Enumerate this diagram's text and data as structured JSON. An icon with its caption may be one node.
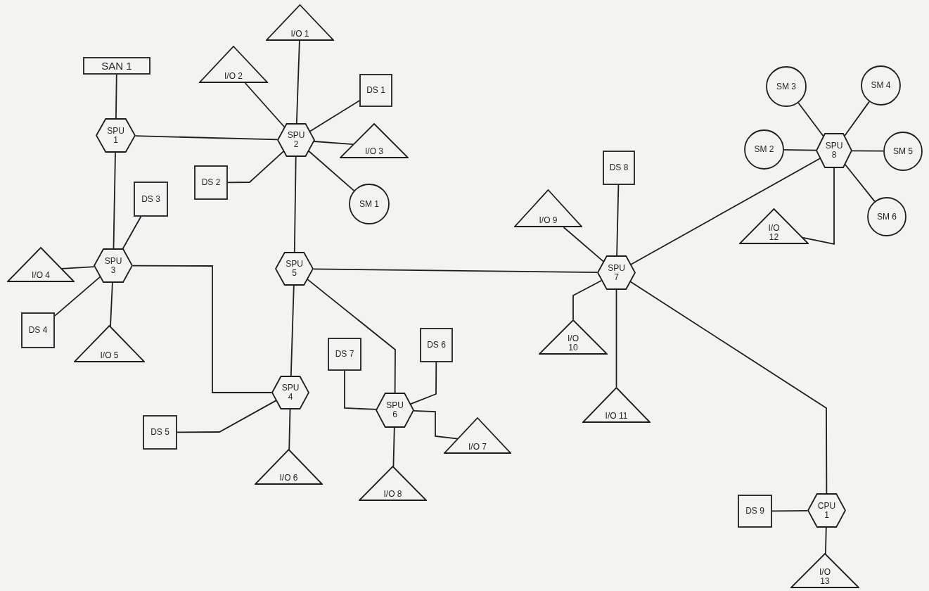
{
  "diagram": {
    "nodes": [
      {
        "text": [
          "SAN 1"
        ]
      },
      {
        "text": [
          "SPU 1"
        ]
      },
      {
        "text": [
          "SPU 2"
        ]
      },
      {
        "text": [
          "I/O 1"
        ]
      },
      {
        "text": [
          "I/O 2"
        ]
      },
      {
        "text": [
          "DS 1"
        ]
      },
      {
        "text": [
          "I/O 3"
        ]
      },
      {
        "text": [
          "DS 2"
        ]
      },
      {
        "text": [
          "SM 1"
        ]
      },
      {
        "text": [
          "SPU 3"
        ]
      },
      {
        "text": [
          "DS 3"
        ]
      },
      {
        "text": [
          "I/O 4"
        ]
      },
      {
        "text": [
          "DS 4"
        ]
      },
      {
        "text": [
          "I/O 5"
        ]
      },
      {
        "text": [
          "SPU 5"
        ]
      },
      {
        "text": [
          "SPU 4"
        ]
      },
      {
        "text": [
          "DS 5"
        ]
      },
      {
        "text": [
          "I/O 6"
        ]
      },
      {
        "text": [
          "SPU 6"
        ]
      },
      {
        "text": [
          "DS 7"
        ]
      },
      {
        "text": [
          "DS 6"
        ]
      },
      {
        "text": [
          "I/O 7"
        ]
      },
      {
        "text": [
          "I/O 8"
        ]
      },
      {
        "text": [
          "SPU 7"
        ]
      },
      {
        "text": [
          "DS 8"
        ]
      },
      {
        "text": [
          "I/O 9"
        ]
      },
      {
        "text": [
          "I/O 10"
        ]
      },
      {
        "text": [
          "I/O 11"
        ]
      },
      {
        "text": [
          "SPU 8"
        ]
      },
      {
        "text": [
          "SM 3"
        ]
      },
      {
        "text": [
          "SM 4"
        ]
      },
      {
        "text": [
          "SM 2"
        ]
      },
      {
        "text": [
          "SM 5"
        ]
      },
      {
        "text": [
          "SM 6"
        ]
      },
      {
        "text": [
          "I/O 12"
        ]
      },
      {
        "text": [
          "CPU 1"
        ]
      },
      {
        "text": [
          "DS 9"
        ]
      },
      {
        "text": [
          "I/O 13"
        ]
      }
    ],
    "edges": [
      {
        "from": 0,
        "to": 1,
        "arrow": "none"
      },
      {
        "from": 1,
        "to": 2,
        "arrow": "none"
      },
      {
        "from": 1,
        "to": 9,
        "arrow": "none"
      },
      {
        "from": 2,
        "to": 3,
        "arrow": "none"
      },
      {
        "from": 2,
        "to": 4,
        "arrow": "none"
      },
      {
        "from": 2,
        "to": 5,
        "arrow": "none"
      },
      {
        "from": 2,
        "to": 6,
        "arrow": "none"
      },
      {
        "from": 2,
        "to": 7,
        "arrow": "none"
      },
      {
        "from": 2,
        "to": 8,
        "arrow": "none"
      },
      {
        "from": 2,
        "to": 14,
        "arrow": "none"
      },
      {
        "from": 9,
        "to": 10,
        "arrow": "none"
      },
      {
        "from": 9,
        "to": 11,
        "arrow": "none"
      },
      {
        "from": 9,
        "to": 12,
        "arrow": "none"
      },
      {
        "from": 9,
        "to": 13,
        "arrow": "none"
      },
      {
        "from": 9,
        "to": 15,
        "arrow": "none"
      },
      {
        "from": 14,
        "to": 15,
        "arrow": "none"
      },
      {
        "from": 14,
        "to": 18,
        "arrow": "none"
      },
      {
        "from": 14,
        "to": 23,
        "arrow": "none"
      },
      {
        "from": 15,
        "to": 16,
        "arrow": "none"
      },
      {
        "from": 15,
        "to": 17,
        "arrow": "none"
      },
      {
        "from": 18,
        "to": 19,
        "arrow": "none"
      },
      {
        "from": 18,
        "to": 20,
        "arrow": "none"
      },
      {
        "from": 18,
        "to": 21,
        "arrow": "none"
      },
      {
        "from": 18,
        "to": 22,
        "arrow": "none"
      },
      {
        "from": 23,
        "to": 24,
        "arrow": "none"
      },
      {
        "from": 23,
        "to": 25,
        "arrow": "none"
      },
      {
        "from": 23,
        "to": 26,
        "arrow": "none"
      },
      {
        "from": 23,
        "to": 27,
        "arrow": "none"
      },
      {
        "from": 23,
        "to": 28,
        "arrow": "none"
      },
      {
        "from": 23,
        "to": 35,
        "arrow": "none"
      },
      {
        "from": 28,
        "to": 29,
        "arrow": "none"
      },
      {
        "from": 28,
        "to": 30,
        "arrow": "none"
      },
      {
        "from": 28,
        "to": 31,
        "arrow": "none"
      },
      {
        "from": 28,
        "to": 32,
        "arrow": "none"
      },
      {
        "from": 28,
        "to": 33,
        "arrow": "none"
      },
      {
        "from": 28,
        "to": 34,
        "arrow": "none"
      },
      {
        "from": 35,
        "to": 36,
        "arrow": "none"
      },
      {
        "from": 35,
        "to": 37,
        "arrow": "none"
      }
    ]
  }
}
